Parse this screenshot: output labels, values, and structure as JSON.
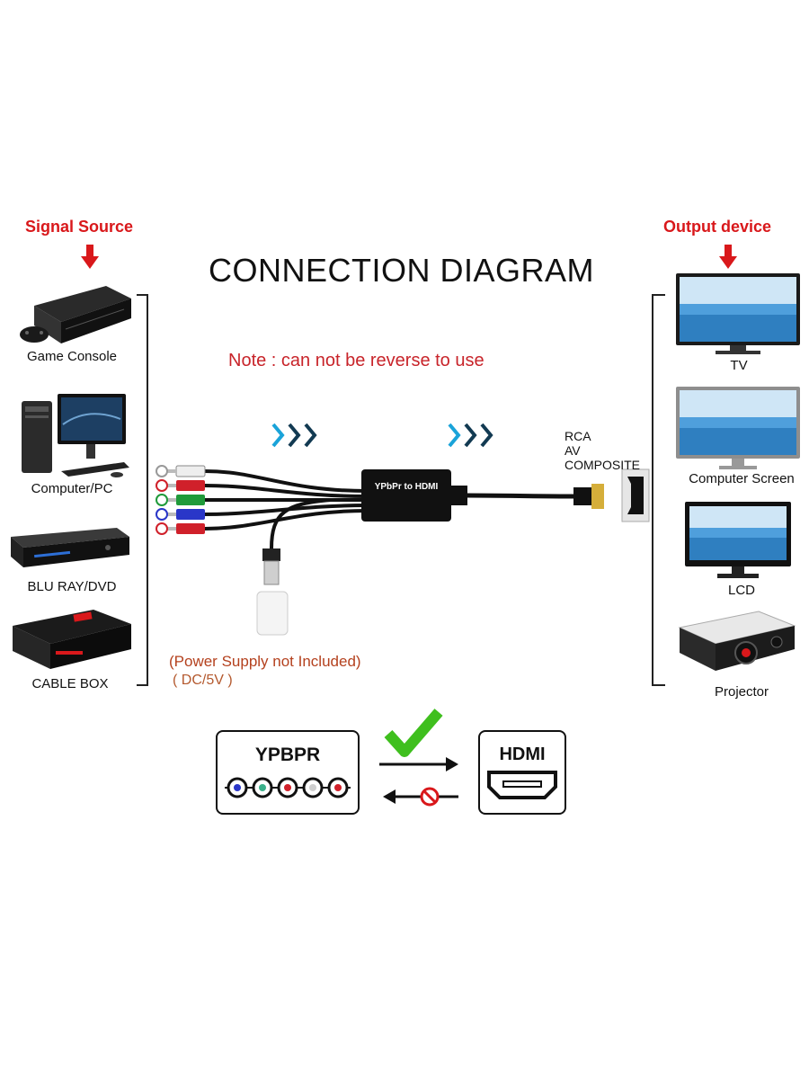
{
  "header": {
    "title": "CONNECTION DIAGRAM",
    "note": "Note : can not be reverse to use"
  },
  "signal_source": {
    "heading": "Signal Source",
    "items": [
      {
        "label": "Game Console",
        "icon": "game-console-icon"
      },
      {
        "label": "Computer/PC",
        "icon": "computer-icon"
      },
      {
        "label": "BLU RAY/DVD",
        "icon": "bluray-player-icon"
      },
      {
        "label": "CABLE BOX",
        "icon": "cable-box-icon"
      }
    ]
  },
  "output_device": {
    "heading": "Output device",
    "items": [
      {
        "label": "TV",
        "icon": "tv-icon"
      },
      {
        "label": "Computer Screen",
        "icon": "computer-screen-icon"
      },
      {
        "label": "LCD",
        "icon": "lcd-monitor-icon"
      },
      {
        "label": "Projector",
        "icon": "projector-icon"
      }
    ]
  },
  "converter": {
    "label": "YPbPr to HDMI",
    "rca_line1": "RCA",
    "rca_line2": "AV",
    "rca_line3": "COMPOSITE"
  },
  "power": {
    "line1": "(Power Supply not Included)",
    "line2": "( DC/5V )"
  },
  "bottom": {
    "left_box": "YPBPR",
    "right_box": "HDMI"
  },
  "colors": {
    "red_heading": "#d9181b",
    "note": "#c8242a",
    "check": "#3fbf1e",
    "arrow_blue": "#1aa3d9",
    "arrow_dark": "#123a52"
  }
}
